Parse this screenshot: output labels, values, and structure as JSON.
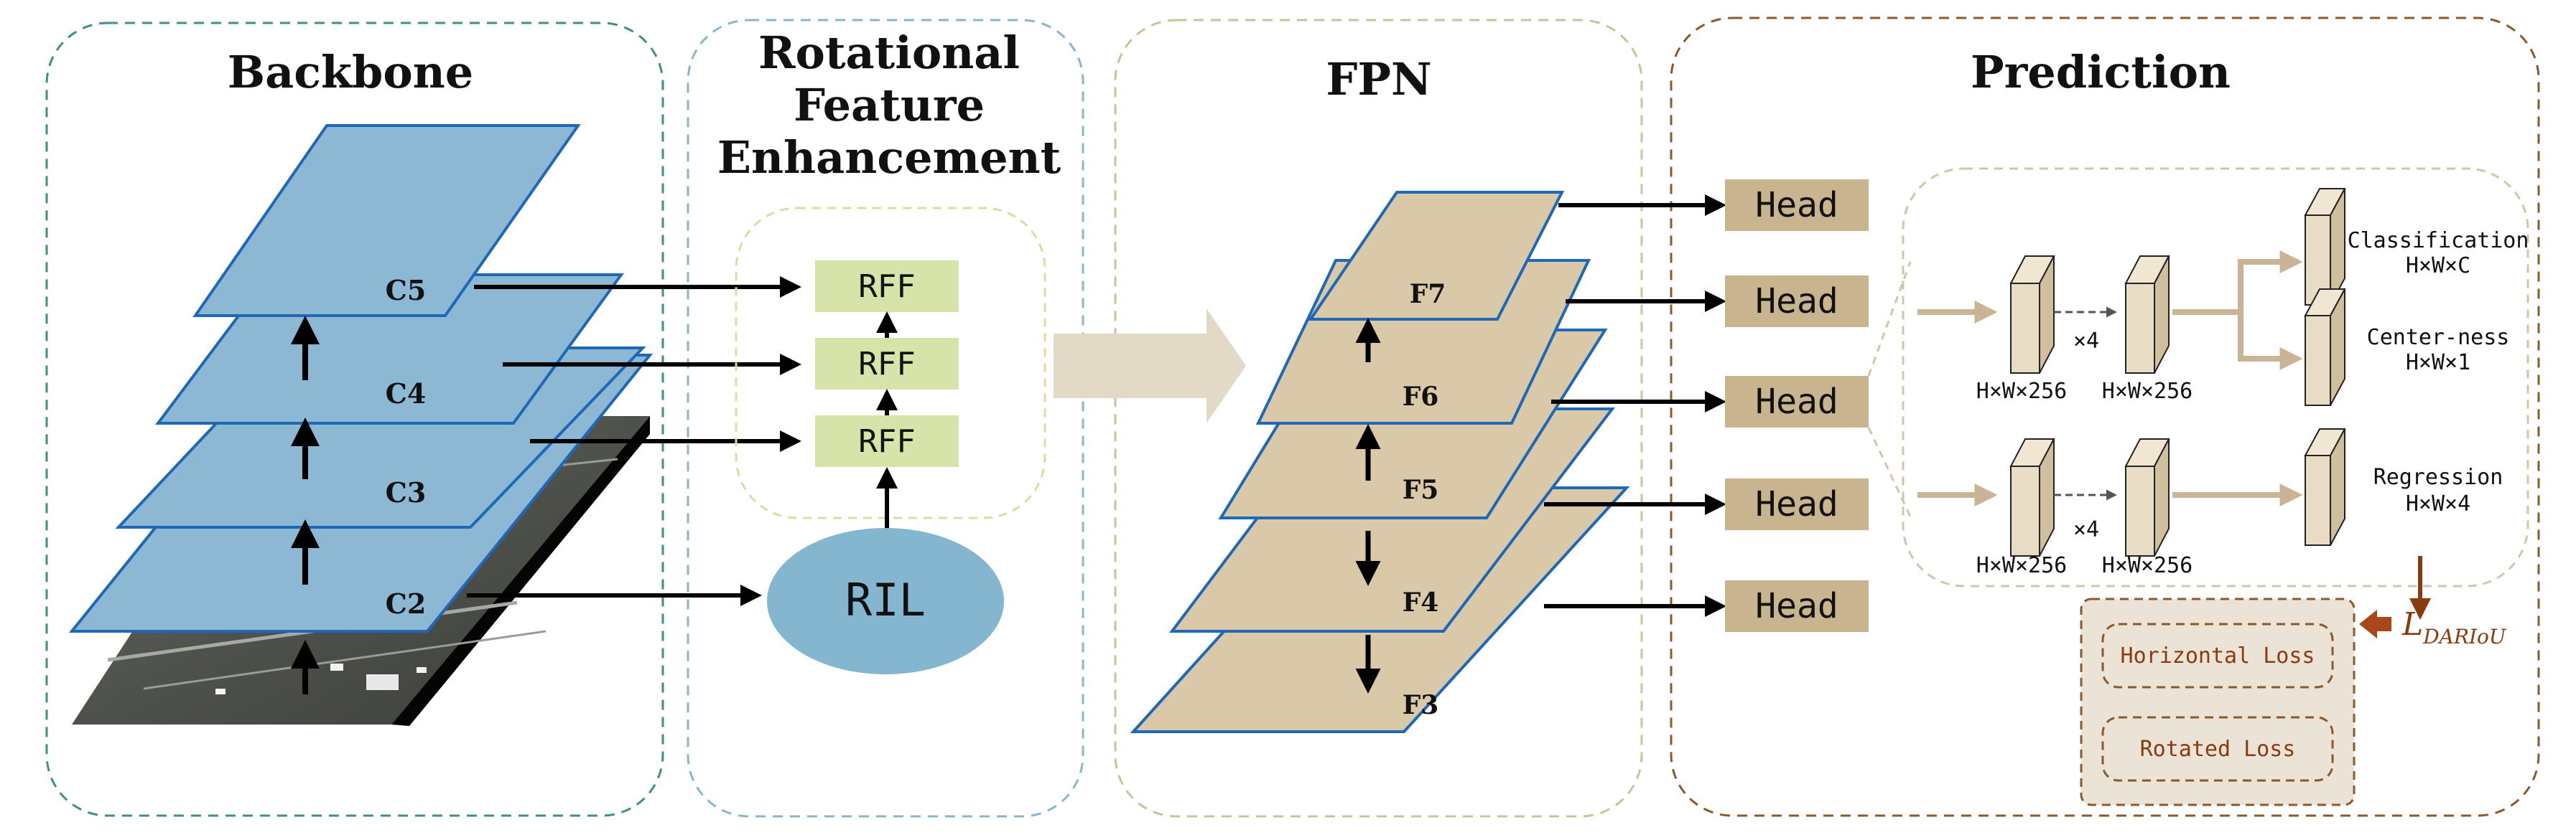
{
  "panels": {
    "backbone": {
      "title": "Backbone"
    },
    "rfe": {
      "title_lines": [
        "Rotational",
        "Feature",
        "Enhancement"
      ]
    },
    "fpn": {
      "title": "FPN"
    },
    "prediction": {
      "title": "Prediction"
    }
  },
  "backbone_levels": [
    "C5",
    "C4",
    "C3",
    "C2"
  ],
  "rff_blocks": [
    "RFF",
    "RFF",
    "RFF"
  ],
  "ril_label": "RIL",
  "fpn_levels": [
    "F7",
    "F6",
    "F5",
    "F4",
    "F3"
  ],
  "heads": [
    "Head",
    "Head",
    "Head",
    "Head",
    "Head"
  ],
  "detail": {
    "branch_top": {
      "dims": [
        "H×W×256",
        "H×W×256"
      ],
      "times": "×4"
    },
    "branch_bottom": {
      "dims": [
        "H×W×256",
        "H×W×256"
      ],
      "times": "×4"
    },
    "outputs": {
      "classification": {
        "label": "Classification",
        "dims": "H×W×C"
      },
      "centerness": {
        "label": "Center-ness",
        "dims": "H×W×1"
      },
      "regression": {
        "label": "Regression",
        "dims": "H×W×4"
      }
    }
  },
  "loss": {
    "symbol": "L",
    "subscript": "DARIoU",
    "horizontal": "Horizontal Loss",
    "rotated": "Rotated Loss"
  },
  "colors": {
    "backbone_plane": "#8cb8d4",
    "plane_stroke": "#1f68b8",
    "fpn_plane": "#d9c9a8",
    "head_fill": "#c8b48e",
    "rff_fill": "#d6e4a9",
    "ril_fill": "#85b6cf",
    "loss_fill": "#ebe3d6",
    "loss_text": "#8b3a0e",
    "loss_arrow": "#a8481a"
  }
}
